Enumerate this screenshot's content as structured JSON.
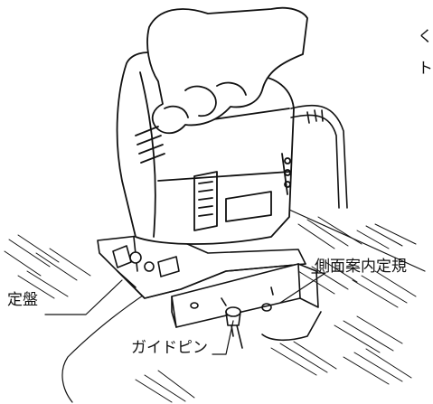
{
  "labels": {
    "base_plate": "定盤",
    "side_guide": "側面案内定規",
    "guide_pin": "ガイドピン"
  },
  "edge_text": [
    "く",
    "ト"
  ],
  "colors": {
    "ink": "#111111",
    "background": "#ffffff"
  }
}
